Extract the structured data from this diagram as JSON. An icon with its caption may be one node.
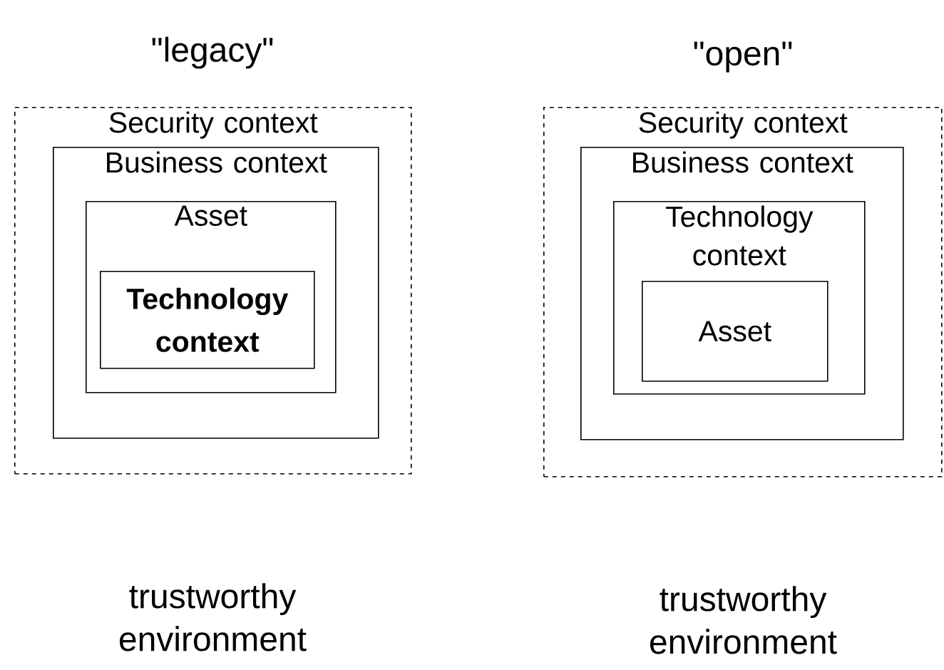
{
  "diagram": {
    "nodes": [
      {
        "text": [
          "Security context"
        ]
      },
      {
        "text": [
          "Business context"
        ],
        "in": 0
      },
      {
        "text": [
          "Asset"
        ],
        "in": 1
      },
      {
        "text": [
          "Technology context"
        ],
        "in": 2
      },
      {
        "text": [
          "Security context"
        ]
      },
      {
        "text": [
          "Business context"
        ],
        "in": 4
      },
      {
        "text": [
          "Technology context"
        ],
        "in": 5
      },
      {
        "text": [
          "Asset"
        ],
        "in": 6
      }
    ],
    "labels": [
      "\"legacy\"",
      "\"open\"",
      "trustworthy environment",
      "trustworthy environment"
    ]
  }
}
